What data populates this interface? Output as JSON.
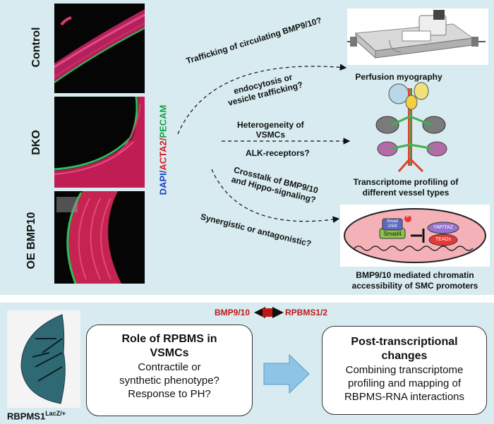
{
  "top_panel": {
    "row_labels": [
      "Control",
      "DKO",
      "OE BMP10"
    ],
    "stain": {
      "parts": [
        {
          "text": "DAPI/",
          "color": "#1a3fc4"
        },
        {
          "text": "ACTA2/",
          "color": "#d41c1c"
        },
        {
          "text": "PECAM",
          "color": "#15a34a"
        }
      ]
    },
    "questions": {
      "q1": "Trafficking of circulating BMP9/10?",
      "q2": [
        "endocytosis or",
        "vesicle trafficking?"
      ],
      "q3": [
        "Heterogeneity of",
        "VSMCs"
      ],
      "q4": "ALK-receptors?",
      "q5": [
        "Crosstalk of BMP9/10",
        "and Hippo-signaling?"
      ],
      "q6": "Synergistic or antagonistic?"
    },
    "outcomes": {
      "o1": "Perfusion myography",
      "o2": [
        "Transcriptome profiling of",
        "different vessel types"
      ],
      "o3": [
        "BMP9/10 mediated chromatin",
        "accessibility of SMC promoters"
      ]
    },
    "schematic_labels": {
      "smad_top": [
        "Smad",
        "1/5/8"
      ],
      "smad4": "Smad4",
      "p": "P",
      "yap": "YAP/TAZ",
      "teads": "TEADs"
    }
  },
  "bottom_panel": {
    "link_left": "BMP9/10",
    "link_right": "RPBMS1/2",
    "mouse_label_base": "RBPMS1",
    "mouse_label_sup": "LacZ/+",
    "box1": {
      "title": [
        "Role of RPBMS in",
        "VSMCs"
      ],
      "body": [
        "Contractile or",
        "synthetic phenotype?",
        "Response to PH?"
      ]
    },
    "box2": {
      "title": [
        "Post-transcriptional",
        "changes"
      ],
      "body": [
        "Combining transcriptome",
        "profiling and mapping of",
        "RBPMS-RNA interactions"
      ]
    }
  }
}
